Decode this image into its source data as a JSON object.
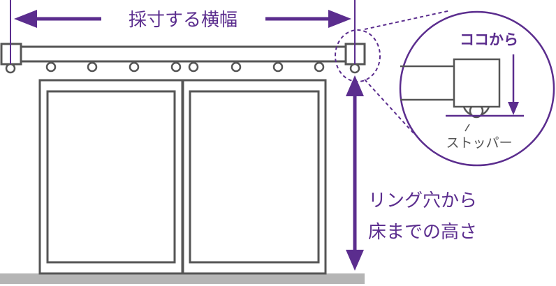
{
  "labels": {
    "width_measure": "採寸する横幅",
    "height_line1": "リング穴から",
    "height_line2": "床までの高さ",
    "from_here": "ココから",
    "stopper": "ストッパー"
  },
  "colors": {
    "accent": "#5b2d8e",
    "line": "#555555",
    "floor": "#b5b5b5"
  }
}
